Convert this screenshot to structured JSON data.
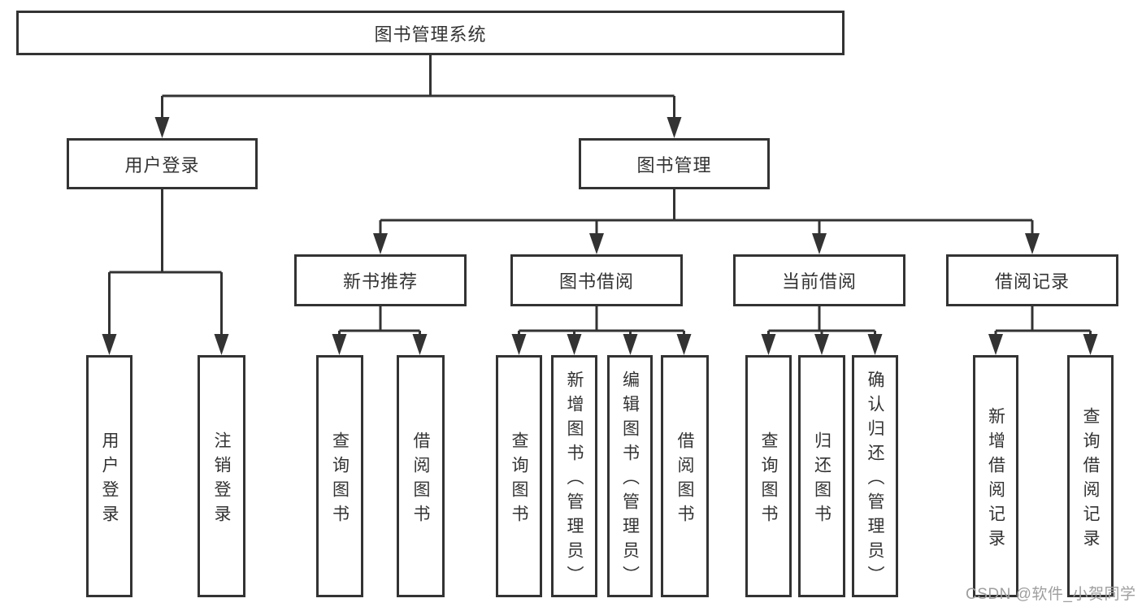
{
  "root": {
    "label": "图书管理系统"
  },
  "level2": [
    {
      "label": "用户登录"
    },
    {
      "label": "图书管理"
    }
  ],
  "level3": [
    {
      "label": "新书推荐",
      "parent": "图书管理"
    },
    {
      "label": "图书借阅",
      "parent": "图书管理"
    },
    {
      "label": "当前借阅",
      "parent": "图书管理"
    },
    {
      "label": "借阅记录",
      "parent": "图书管理"
    }
  ],
  "leaves": [
    {
      "label": "用户登录",
      "parent": "用户登录"
    },
    {
      "label": "注销登录",
      "parent": "用户登录"
    },
    {
      "label": "查询图书",
      "parent": "新书推荐"
    },
    {
      "label": "借阅图书",
      "parent": "新书推荐"
    },
    {
      "label": "查询图书",
      "parent": "图书借阅"
    },
    {
      "label": "新增图书（管理员）",
      "parent": "图书借阅"
    },
    {
      "label": "编辑图书（管理员）",
      "parent": "图书借阅"
    },
    {
      "label": "借阅图书",
      "parent": "图书借阅"
    },
    {
      "label": "查询图书",
      "parent": "当前借阅"
    },
    {
      "label": "归还图书",
      "parent": "当前借阅"
    },
    {
      "label": "确认归还（管理员）",
      "parent": "当前借阅"
    },
    {
      "label": "新增借阅记录",
      "parent": "借阅记录"
    },
    {
      "label": "查询借阅记录",
      "parent": "借阅记录"
    }
  ],
  "watermark": {
    "text": "CSDN @软件_小贺同学"
  },
  "colors": {
    "line": "#333333",
    "text": "#333333",
    "watermark": "#9e9e9e",
    "background": "#ffffff"
  }
}
